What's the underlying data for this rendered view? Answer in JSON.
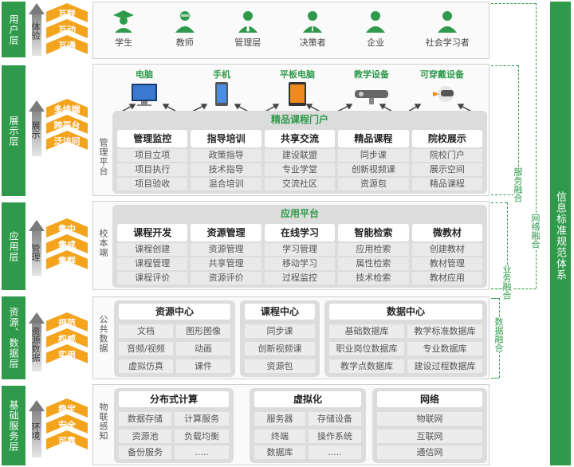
{
  "layers": [
    {
      "label": "用户层",
      "side": "体验",
      "chevrons": [
        "互联",
        "互动",
        "互通"
      ]
    },
    {
      "label": "展示层",
      "side": "展示",
      "chevrons": [
        "多终端",
        "跨平台",
        "泛访问"
      ]
    },
    {
      "label": "应用层",
      "side": "管理",
      "chevrons": [
        "集中",
        "集成",
        "集群"
      ]
    },
    {
      "label": "资源、数据层",
      "side": "资源数据",
      "chevrons": [
        "规范",
        "权威",
        "实用"
      ]
    },
    {
      "label": "基础服务层",
      "side": "环境",
      "chevrons": [
        "稳定",
        "安全",
        "可靠"
      ]
    }
  ],
  "users": [
    "学生",
    "教师",
    "管理层",
    "决策者",
    "企业",
    "社会学习者"
  ],
  "devices": [
    "电脑",
    "手机",
    "平板电脑",
    "教学设备",
    "可穿戴设备"
  ],
  "portal": {
    "side_label": "管理平台",
    "title": "精品课程门户",
    "columns": [
      {
        "head": "管理监控",
        "items": [
          "项目立项",
          "项目执行",
          "项目验收"
        ]
      },
      {
        "head": "指导培训",
        "items": [
          "政策指导",
          "技术指导",
          "混合培训"
        ]
      },
      {
        "head": "共享交流",
        "items": [
          "建设联盟",
          "专业学堂",
          "交流社区"
        ]
      },
      {
        "head": "精品课程",
        "items": [
          "同步课",
          "创新视频课",
          "资源包"
        ]
      },
      {
        "head": "院校展示",
        "items": [
          "院校门户",
          "展示空间",
          "精品课程"
        ]
      }
    ]
  },
  "app": {
    "side_label": "校本端",
    "title": "应用平台",
    "columns": [
      {
        "head": "课程开发",
        "items": [
          "课程创建",
          "课程管理",
          "课程评价"
        ]
      },
      {
        "head": "资源管理",
        "items": [
          "资源管理",
          "共享管理",
          "资源评价"
        ]
      },
      {
        "head": "在线学习",
        "items": [
          "学习管理",
          "移动学习",
          "过程监控"
        ]
      },
      {
        "head": "智能检索",
        "items": [
          "应用检索",
          "属性检索",
          "技术检索"
        ]
      },
      {
        "head": "微教材",
        "items": [
          "创建教材",
          "教材管理",
          "教材应用"
        ]
      }
    ]
  },
  "data_layer": {
    "side_label": "公共数据",
    "resource_center": {
      "head": "资源中心",
      "items": [
        "文档",
        "图形图像",
        "音频/视频",
        "动画",
        "虚拟仿真",
        "课件"
      ]
    },
    "course_center": {
      "head": "课程中心",
      "items": [
        "同步课",
        "创新视频课",
        "资源包"
      ]
    },
    "data_center": {
      "head": "数据中心",
      "items": [
        "基础数据库",
        "教学标准数据库",
        "职业岗位数据库",
        "专业数据库",
        "教学点数据库",
        "建设过程数据库"
      ]
    }
  },
  "base_layer": {
    "side_label": "物联感知",
    "distributed": {
      "head": "分布式计算",
      "items": [
        "数据存储",
        "计算服务",
        "资源池",
        "负载均衡",
        "备份服务",
        "....."
      ]
    },
    "virtual": {
      "head": "虚拟化",
      "items": [
        "服务器",
        "存储设备",
        "终端",
        "操作系统",
        "数据库",
        "....."
      ]
    },
    "network": {
      "head": "网络",
      "items": [
        "物联网",
        "互联网",
        "通信网"
      ]
    }
  },
  "right": {
    "title": "信息标准规范体系",
    "fusions": [
      "服务融合",
      "网络融合",
      "业务融合",
      "数据融合"
    ]
  },
  "colors": {
    "green": "#2f9a4b",
    "orange": "#f3a31c",
    "gray": "#dcdcdc"
  }
}
